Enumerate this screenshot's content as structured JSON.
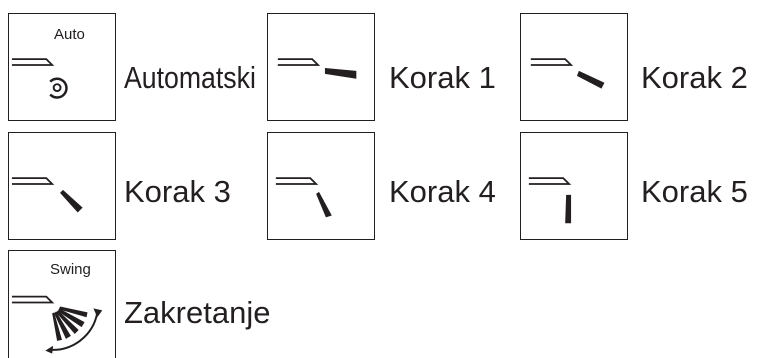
{
  "modes": [
    {
      "icon": "auto-icon",
      "icon_text": "Auto",
      "label": "Automatski"
    },
    {
      "icon": "step-1-icon",
      "label": "Korak 1"
    },
    {
      "icon": "step-2-icon",
      "label": "Korak 2"
    },
    {
      "icon": "step-3-icon",
      "label": "Korak 3"
    },
    {
      "icon": "step-4-icon",
      "label": "Korak 4"
    },
    {
      "icon": "step-5-icon",
      "label": "Korak 5"
    },
    {
      "icon": "swing-icon",
      "icon_text": "Swing",
      "label": "Zakretanje"
    }
  ],
  "colors": {
    "ink": "#231f20"
  }
}
